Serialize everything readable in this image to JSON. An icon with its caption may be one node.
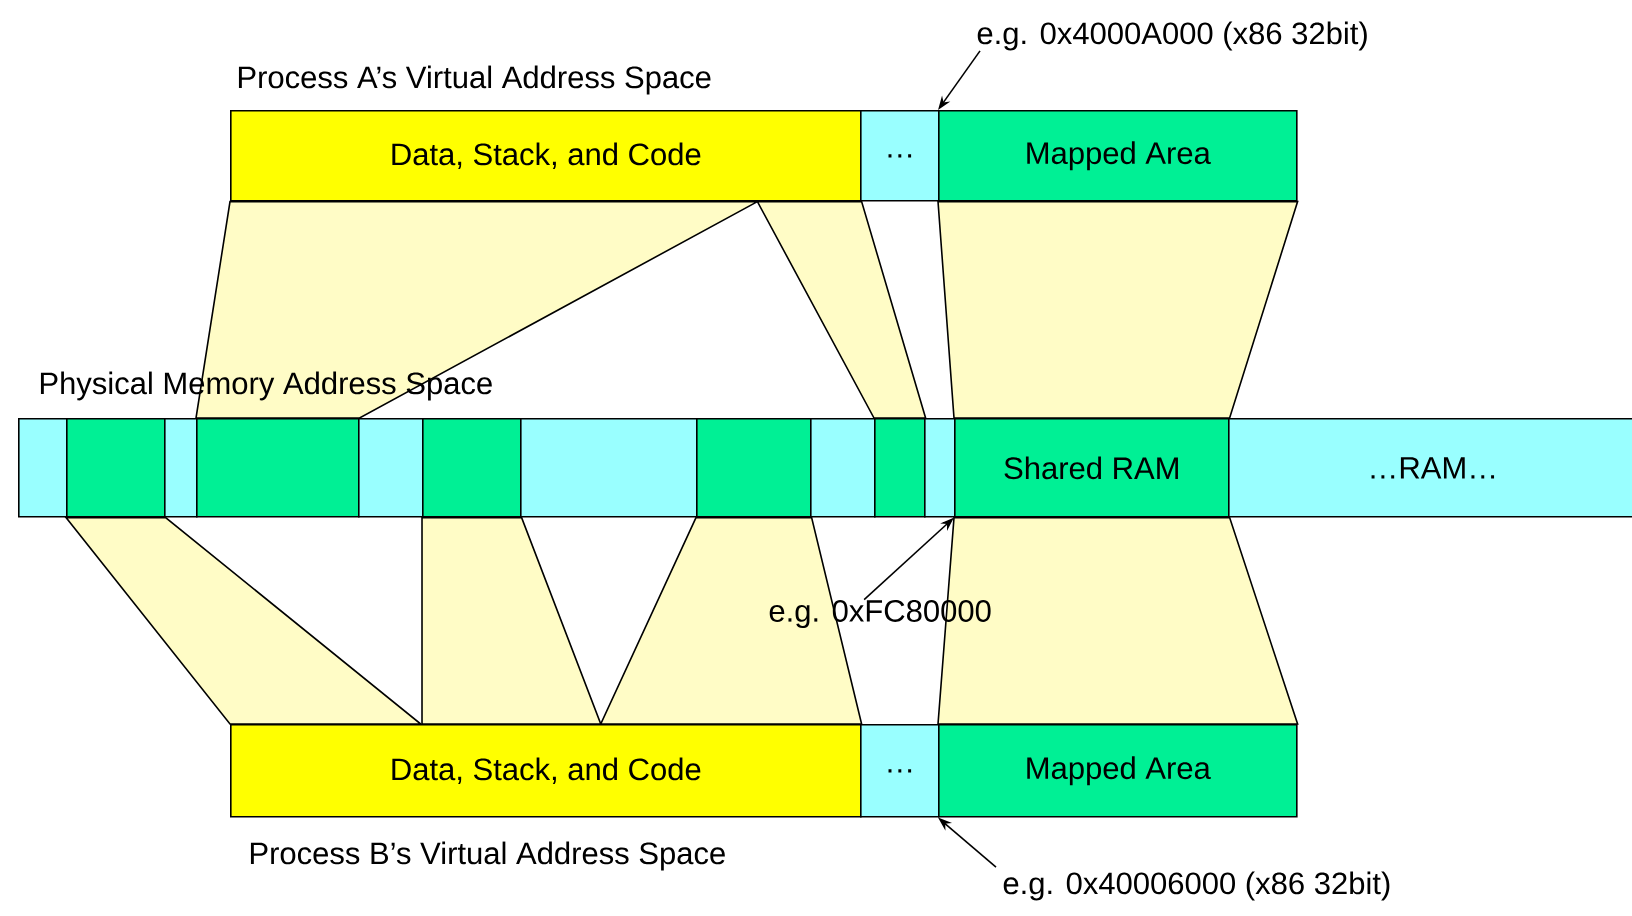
{
  "diagram": {
    "nodes": [
      {
        "text": [
          "Data, Stack, and Code"
        ],
        "beside": [
          "Process A’s Virtual Address Space"
        ]
      },
      {
        "text": [
          "…"
        ]
      },
      {
        "text": [
          "Mapped Area"
        ]
      },
      {
        "text": [],
        "shape": "box"
      },
      {
        "text": [],
        "shape": "box"
      },
      {
        "text": [],
        "shape": "box"
      },
      {
        "text": [],
        "shape": "box"
      },
      {
        "text": [],
        "shape": "box"
      },
      {
        "text": [],
        "shape": "box"
      },
      {
        "text": [],
        "shape": "box"
      },
      {
        "text": [],
        "shape": "box"
      },
      {
        "text": [],
        "shape": "box"
      },
      {
        "text": [],
        "shape": "box"
      },
      {
        "text": [],
        "shape": "box"
      },
      {
        "text": [
          "Shared RAM"
        ]
      },
      {
        "text": [
          "…RAM…"
        ]
      },
      {
        "text": [
          "Data, Stack, and Code"
        ],
        "beside": [
          "Process B’s Virtual Address Space"
        ]
      },
      {
        "text": [
          "…"
        ]
      },
      {
        "text": [
          "Mapped Area"
        ]
      },
      {
        "text": [
          "e.g. 0x4000A000 (x86 32bit)"
        ]
      },
      {
        "text": [
          "e.g. 0xFC80000"
        ]
      },
      {
        "text": [
          "e.g. 0x40006000 (x86 32bit)"
        ]
      }
    ],
    "edges": [
      {
        "from": 0,
        "to": 6,
        "arrow": "none"
      },
      {
        "from": 0,
        "to": 12,
        "arrow": "none"
      },
      {
        "from": 2,
        "to": 14,
        "arrow": "none"
      },
      {
        "from": 4,
        "to": 16,
        "arrow": "none"
      },
      {
        "from": 8,
        "to": 16,
        "arrow": "none"
      },
      {
        "from": 10,
        "to": 16,
        "arrow": "none"
      },
      {
        "from": 14,
        "to": 18,
        "arrow": "none"
      },
      {
        "from": 19,
        "to": 2,
        "arrow": "to"
      },
      {
        "from": 20,
        "to": 14,
        "arrow": "to"
      },
      {
        "from": 21,
        "to": 18,
        "arrow": "to"
      }
    ],
    "labels": [
      "Physical Memory Address Space"
    ]
  }
}
